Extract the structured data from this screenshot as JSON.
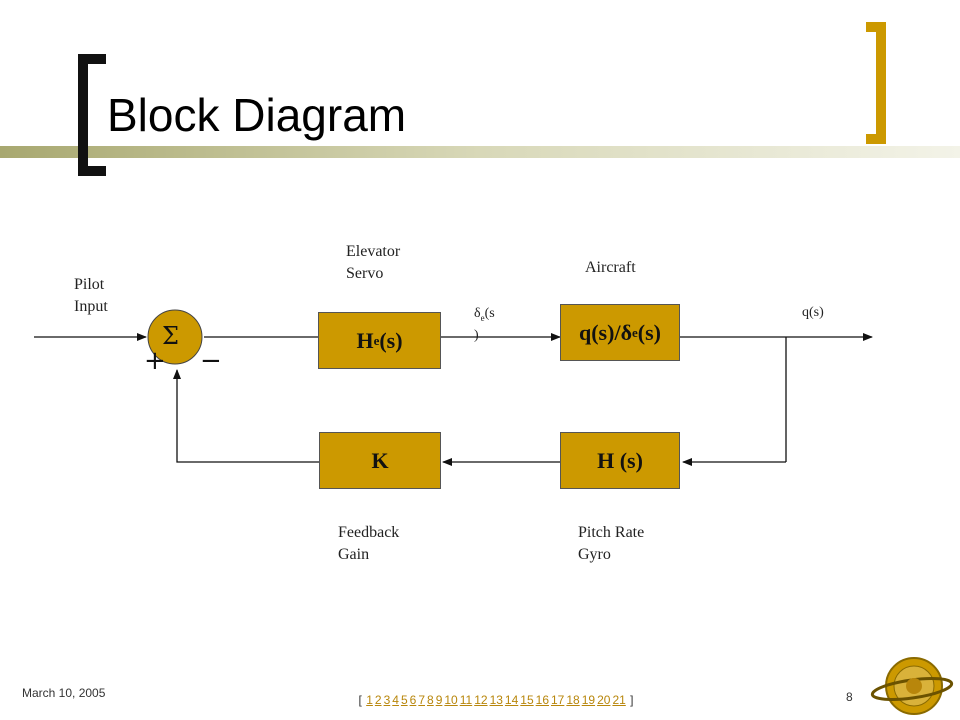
{
  "slide": {
    "title": "Block Diagram",
    "date": "March 10, 2005",
    "page_number": "8"
  },
  "labels": {
    "pilot_input": [
      "Pilot",
      "Input"
    ],
    "elevator_servo": [
      "Elevator",
      "Servo"
    ],
    "aircraft": "Aircraft",
    "delta_e_signal": {
      "symbol": "δ",
      "subscript": "e",
      "after": "(s",
      "line2": ")"
    },
    "q_output": "q(s)",
    "feedback_gain": [
      "Feedback",
      "Gain"
    ],
    "pitch_rate_gyro": [
      "Pitch Rate",
      "Gyro"
    ]
  },
  "blocks": {
    "servo": {
      "main": "H",
      "sub": "e",
      "suffix": "(s)"
    },
    "aircraft": {
      "pre": "q(s)/",
      "symbol": "δ",
      "sub": "e",
      "suffix": "(s)"
    },
    "gain": "K",
    "gyro": "H (s)"
  },
  "summing_junction": {
    "symbol": "Σ",
    "plus": "+",
    "minus": "−"
  },
  "nav": {
    "open": "[",
    "close": "]",
    "pages": [
      "1",
      "2",
      "3",
      "4",
      "5",
      "6",
      "7",
      "8",
      "9",
      "10",
      "11",
      "12",
      "13",
      "14",
      "15",
      "16",
      "17",
      "18",
      "19",
      "20",
      "21"
    ]
  },
  "colors": {
    "block_fill": "#cc9900",
    "accent_gold": "#cc9900",
    "title_bar": "#c8c89a",
    "link": "#b8860b"
  },
  "icons": {
    "logo": "aeronautics-astronautics-seal"
  }
}
